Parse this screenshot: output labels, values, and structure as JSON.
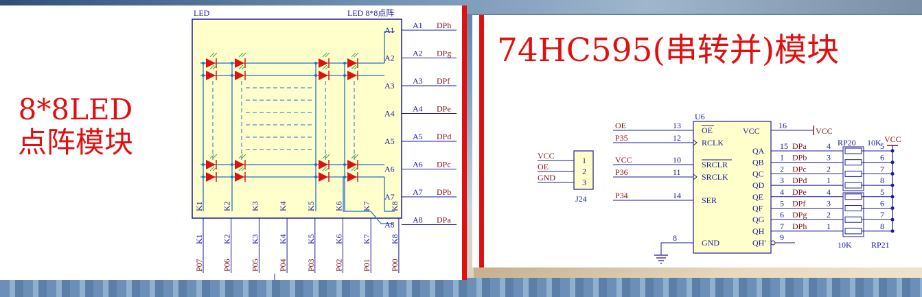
{
  "colors": {
    "wire": "#1f6fd0",
    "component": "#1a1a99",
    "label": "#7a1515",
    "led_fill": "#ffffcc",
    "led_triangle": "#e01010",
    "title": "#e01010"
  },
  "left_panel": {
    "title_line1": "8*8LED",
    "title_line2": "点阵模块",
    "component_ref": "LED",
    "component_value": "LED 8*8点阵",
    "anode_pins": [
      "A1",
      "A2",
      "A3",
      "A4",
      "A5",
      "A6",
      "A7",
      "A8"
    ],
    "anode_nets": [
      "DPh",
      "DPg",
      "DPf",
      "DPe",
      "DPd",
      "DPc",
      "DPb",
      "DPa"
    ],
    "cathode_pins": [
      "K1",
      "K2",
      "K3",
      "K4",
      "K5",
      "K6",
      "K7",
      "K8"
    ],
    "cathode_nets": [
      "P07",
      "P06",
      "P05",
      "P04",
      "P03",
      "P02",
      "P01",
      "P00"
    ]
  },
  "right_panel": {
    "title": "74HC595(串转并)模块",
    "connector": {
      "ref": "J24",
      "pins": [
        "1",
        "2",
        "3"
      ],
      "nets": [
        "VCC",
        "OE",
        "GND"
      ]
    },
    "ic": {
      "ref": "U6",
      "left_pins": [
        {
          "num": "13",
          "name": "OE",
          "net": "OE"
        },
        {
          "num": "12",
          "name": "RCLK",
          "net": "P35"
        },
        {
          "num": "10",
          "name": "SRCLR",
          "net": "VCC"
        },
        {
          "num": "11",
          "name": "SRCLK",
          "net": "P36"
        },
        {
          "num": "14",
          "name": "SER",
          "net": "P34"
        },
        {
          "num": "8",
          "name": "GND",
          "net": ""
        }
      ],
      "vcc_pin": {
        "num": "16",
        "name": "VCC",
        "net": "VCC"
      },
      "outputs": [
        {
          "num": "15",
          "name": "QA",
          "net": "DPa",
          "rp": "4"
        },
        {
          "num": "1",
          "name": "QB",
          "net": "DPb",
          "rp": "3"
        },
        {
          "num": "2",
          "name": "QC",
          "net": "DPc",
          "rp": "2"
        },
        {
          "num": "3",
          "name": "QD",
          "net": "DPd",
          "rp": "1"
        },
        {
          "num": "4",
          "name": "QE",
          "net": "DPe",
          "rp": "4"
        },
        {
          "num": "5",
          "name": "QF",
          "net": "DPf",
          "rp": "3"
        },
        {
          "num": "6",
          "name": "QG",
          "net": "DPg",
          "rp": "2"
        },
        {
          "num": "7",
          "name": "QH",
          "net": "DPh",
          "rp": "1"
        }
      ],
      "qh_prime": {
        "num": "9",
        "name": "QH'"
      }
    },
    "rp_top": {
      "ref": "RP20",
      "value": "10K"
    },
    "rp_bottom": {
      "ref": "RP21",
      "value": "10K"
    },
    "rp_right_pins": [
      "5",
      "6",
      "7",
      "8",
      "5",
      "6",
      "7",
      "8"
    ],
    "vcc_label": "VCC"
  }
}
